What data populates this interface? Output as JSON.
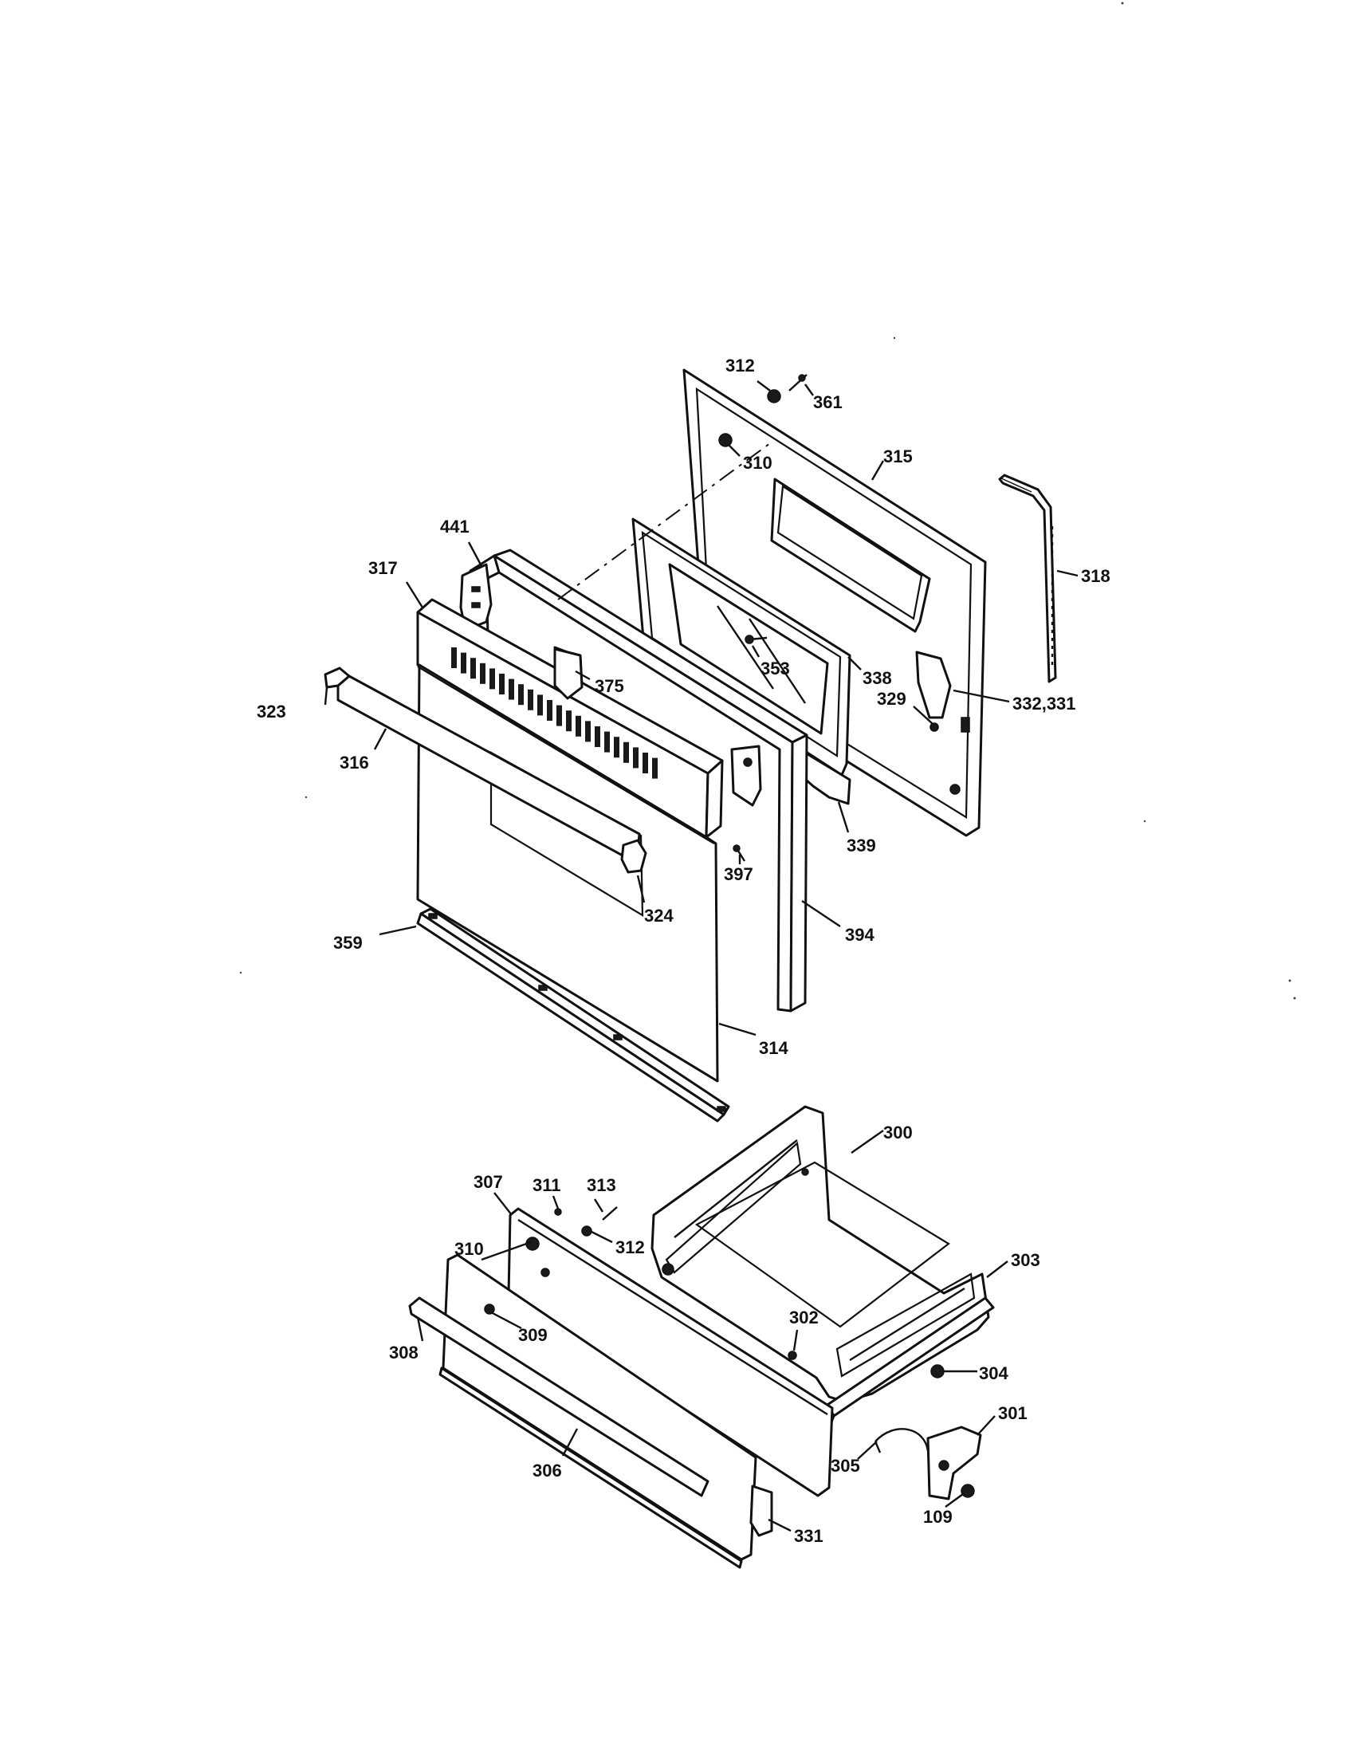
{
  "colors": {
    "ink": "#111111",
    "paper": "#ffffff"
  },
  "callouts": [
    {
      "id": "c312a",
      "text": "312"
    },
    {
      "id": "c361",
      "text": "361"
    },
    {
      "id": "c310a",
      "text": "310"
    },
    {
      "id": "c315",
      "text": "315"
    },
    {
      "id": "c318",
      "text": "318"
    },
    {
      "id": "c441",
      "text": "441"
    },
    {
      "id": "c317",
      "text": "317"
    },
    {
      "id": "c375",
      "text": "375"
    },
    {
      "id": "c353",
      "text": "353"
    },
    {
      "id": "c338",
      "text": "338"
    },
    {
      "id": "c329",
      "text": "329"
    },
    {
      "id": "c332",
      "text": "332,331"
    },
    {
      "id": "c323",
      "text": "323"
    },
    {
      "id": "c316",
      "text": "316"
    },
    {
      "id": "c339",
      "text": "339"
    },
    {
      "id": "c397",
      "text": "397"
    },
    {
      "id": "c324",
      "text": "324"
    },
    {
      "id": "c394",
      "text": "394"
    },
    {
      "id": "c359",
      "text": "359"
    },
    {
      "id": "c314",
      "text": "314"
    },
    {
      "id": "c300",
      "text": "300"
    },
    {
      "id": "c307",
      "text": "307"
    },
    {
      "id": "c311",
      "text": "311"
    },
    {
      "id": "c313",
      "text": "313"
    },
    {
      "id": "c310b",
      "text": "310"
    },
    {
      "id": "c312b",
      "text": "312"
    },
    {
      "id": "c303",
      "text": "303"
    },
    {
      "id": "c302",
      "text": "302"
    },
    {
      "id": "c309",
      "text": "309"
    },
    {
      "id": "c308",
      "text": "308"
    },
    {
      "id": "c304",
      "text": "304"
    },
    {
      "id": "c301",
      "text": "301"
    },
    {
      "id": "c305",
      "text": "305"
    },
    {
      "id": "c306",
      "text": "306"
    },
    {
      "id": "c109",
      "text": "109"
    },
    {
      "id": "c331",
      "text": "331"
    }
  ]
}
